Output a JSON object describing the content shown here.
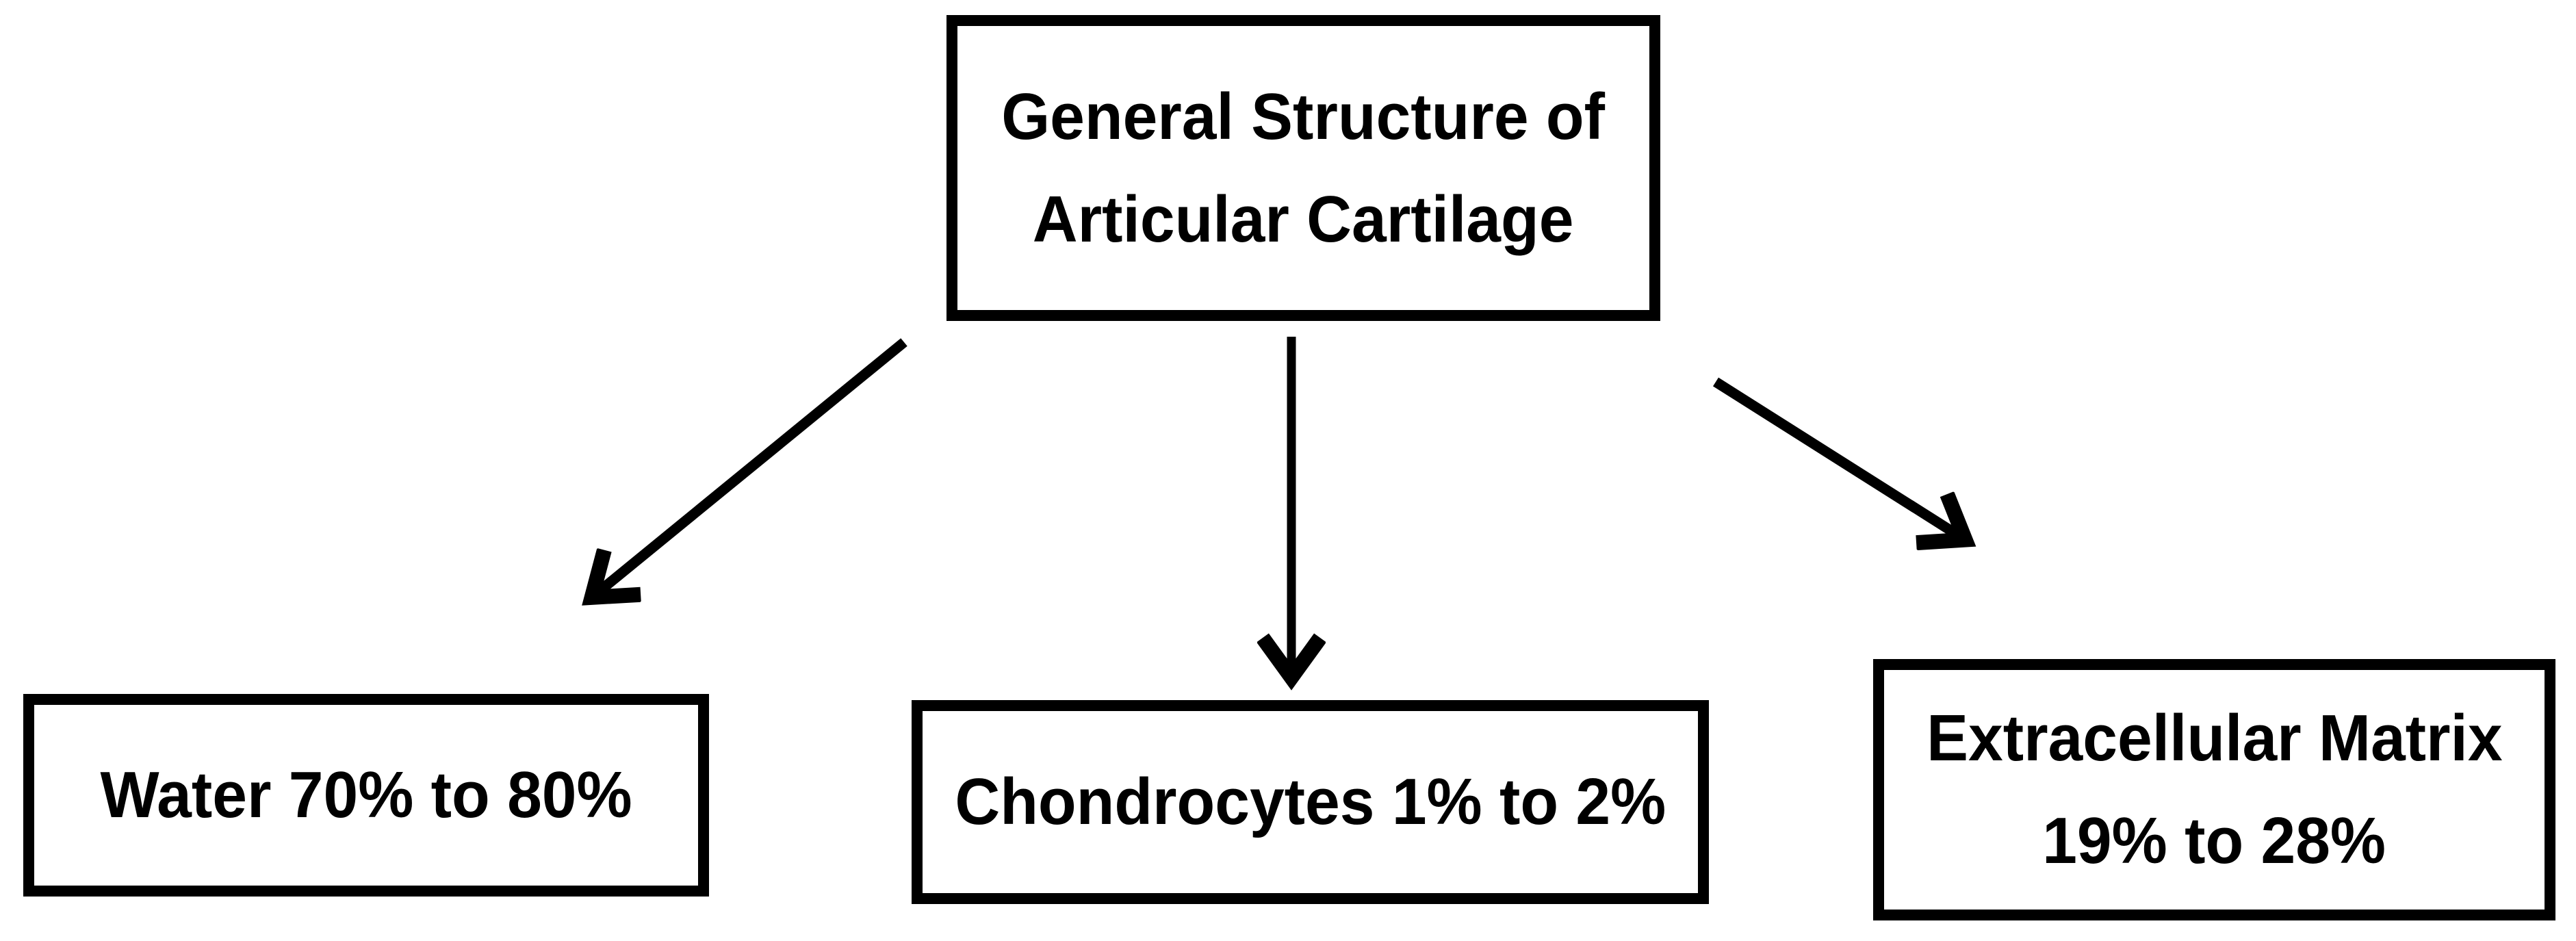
{
  "diagram": {
    "type": "flowchart",
    "background_color": "#ffffff",
    "stroke_color": "#000000",
    "root": {
      "line1": "General Structure of",
      "line2": "Articular Cartilage"
    },
    "children": [
      {
        "id": "water",
        "label": "Water 70% to 80%"
      },
      {
        "id": "chondrocytes",
        "label": "Chondrocytes 1% to 2%"
      },
      {
        "id": "extracellular-matrix",
        "label1": "Extracellular Matrix",
        "label2": "19% to 28%"
      }
    ],
    "edges": [
      {
        "from": "root",
        "to": "water"
      },
      {
        "from": "root",
        "to": "chondrocytes"
      },
      {
        "from": "root",
        "to": "extracellular-matrix"
      }
    ]
  }
}
